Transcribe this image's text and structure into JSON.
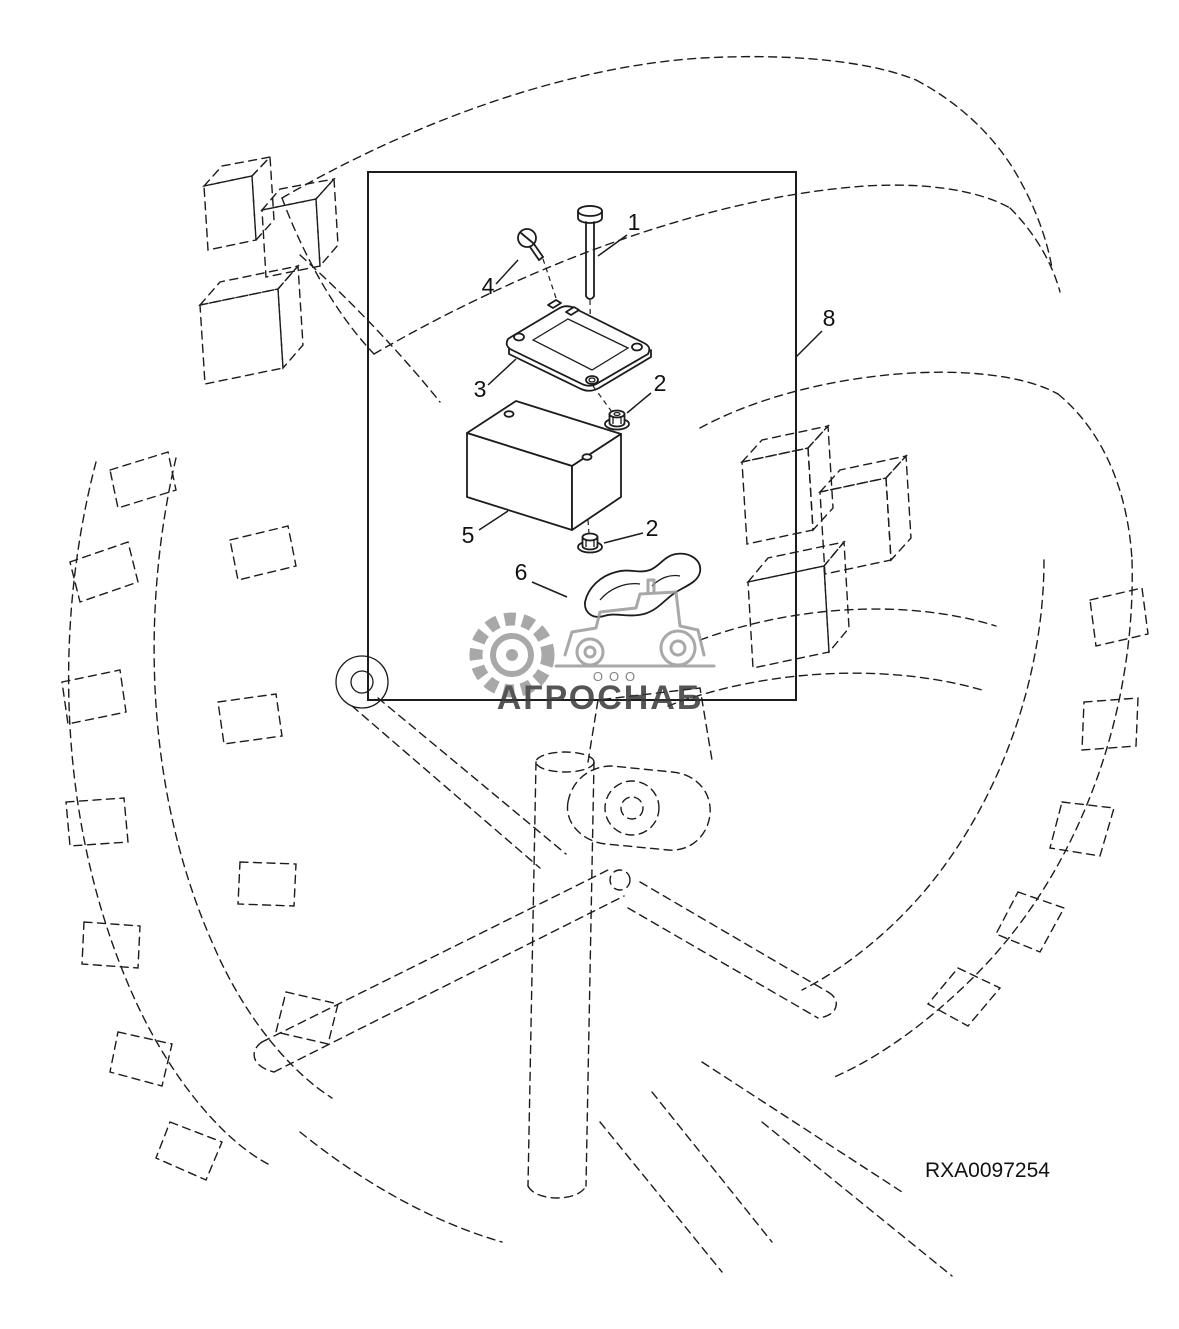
{
  "figure": {
    "part_code": "RXA0097254",
    "callouts": [
      {
        "name": "bolt",
        "label": "1"
      },
      {
        "name": "screw",
        "label": "4"
      },
      {
        "name": "cover-plate",
        "label": "3"
      },
      {
        "name": "flange-nut-upper",
        "label": "2"
      },
      {
        "name": "module-box",
        "label": "5"
      },
      {
        "name": "flange-nut-lower",
        "label": "2"
      },
      {
        "name": "clamp-bracket",
        "label": "6"
      },
      {
        "name": "detail-box",
        "label": "8"
      }
    ],
    "watermark": {
      "org_type": "ООО",
      "org_name": "АГРОСНАБ"
    },
    "colors": {
      "line": "#1c1c1c",
      "watermark_gray": "#9a9a9a",
      "watermark_text": "#383838",
      "background": "#ffffff"
    }
  }
}
